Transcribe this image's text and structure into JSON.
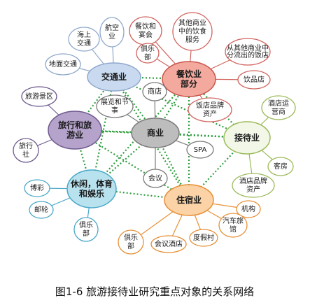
{
  "diagram": {
    "caption": "图1-6 旅游接待业研究重点对象的关系网络",
    "center": {
      "label": "商业",
      "fill": "#bdbdbd",
      "stroke": "#7a7a7a"
    },
    "hubs": {
      "transport": {
        "label": "交通业",
        "fill": "#c9daf0",
        "stroke": "#8fa8cc"
      },
      "catering": {
        "label": "餐饮业部分",
        "fill": "#f4a99e",
        "stroke": "#c9544a"
      },
      "travel": {
        "label": "旅行和旅游业",
        "fill": "#b6a3cc",
        "stroke": "#6e5a8e"
      },
      "reception": {
        "label": "接待业",
        "fill": "#f2f7e8",
        "stroke": "#9bbb59"
      },
      "leisure": {
        "label": "休闲，体育和娱乐",
        "fill": "#b8e2ee",
        "stroke": "#4aa8c8"
      },
      "lodging": {
        "label": "住宿业",
        "fill": "#fbd3a6",
        "stroke": "#e69138"
      }
    },
    "satellites": {
      "aviation": "航空业",
      "maritime": "海上交通",
      "ground": "地面交通",
      "catering_conf": "餐饮和宴会",
      "other_catering": "其他商业中的饮食服务",
      "spillover": "从其他商业中分流出的饭店",
      "club_catering": "俱乐部",
      "beverage": "饮品店",
      "hotel_brand_assets": "饭店品牌资产",
      "tourist_attractions": "旅游景区",
      "travel_agency": "旅行社",
      "exhibitions": "展览和节事",
      "store": "商店",
      "spa": "SPA",
      "conference": "会议",
      "hotel_operator": "酒店运营商",
      "guest_room": "客房",
      "hotel_brand": "酒店品牌资产",
      "gaming": "博彩",
      "cruise": "邮轮",
      "club_leisure": "俱乐部",
      "institution": "机构",
      "motel": "汽车旅馆",
      "club_lodging": "俱乐部",
      "conf_hotel": "会议酒店",
      "resort": "度假村"
    },
    "colors": {
      "transport_sat": "#8fa8cc",
      "catering_sat": "#d0645e",
      "travel_sat": "#6e5a8e",
      "reception_sat": "#9bbb59",
      "leisure_sat": "#4aa8c8",
      "lodging_sat": "#e69138",
      "center_sat": "#7a7a7a",
      "link_dotted": "#2e9e3e",
      "satellite_fill": "#ffffff"
    }
  }
}
